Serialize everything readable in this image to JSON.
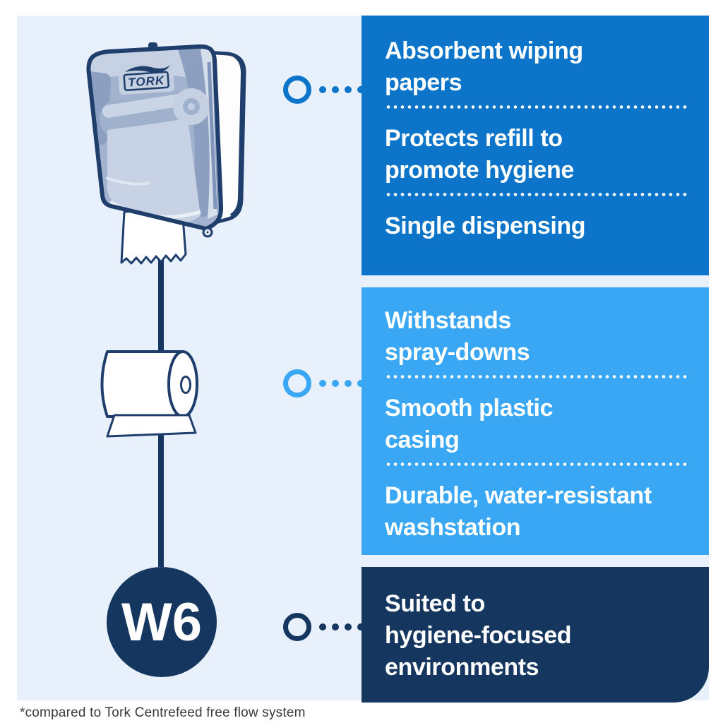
{
  "colors": {
    "page_background": "#ffffff",
    "canvas_background": "#e8f1fb",
    "panel_top": "#0c75c9",
    "panel_middle": "#3aa7f5",
    "panel_bottom": "#15375f",
    "illustration_outline": "#1f3e6c",
    "text": "#ffffff",
    "footnote_text": "#3a3a3a"
  },
  "illustration": {
    "brand_label": "TORK",
    "system_code": "W6"
  },
  "panels": [
    {
      "name": "top-feature-panel",
      "color": "#0c75c9",
      "items": [
        {
          "lines": [
            "Absorbent wiping",
            "papers"
          ]
        },
        {
          "lines": [
            "Protects refill to",
            "promote hygiene"
          ]
        },
        {
          "lines": [
            "Single dispensing"
          ]
        }
      ]
    },
    {
      "name": "middle-feature-panel",
      "color": "#3aa7f5",
      "items": [
        {
          "lines": [
            "Withstands",
            "spray-downs"
          ]
        },
        {
          "lines": [
            "Smooth plastic",
            "casing"
          ]
        },
        {
          "lines": [
            "Durable, water-resistant",
            "washstation"
          ]
        }
      ]
    },
    {
      "name": "bottom-feature-panel",
      "color": "#15375f",
      "items": [
        {
          "lines": [
            "Suited to",
            "hygiene-focused",
            "environments"
          ]
        }
      ]
    }
  ],
  "footnote": "*compared to Tork Centrefeed free flow system"
}
